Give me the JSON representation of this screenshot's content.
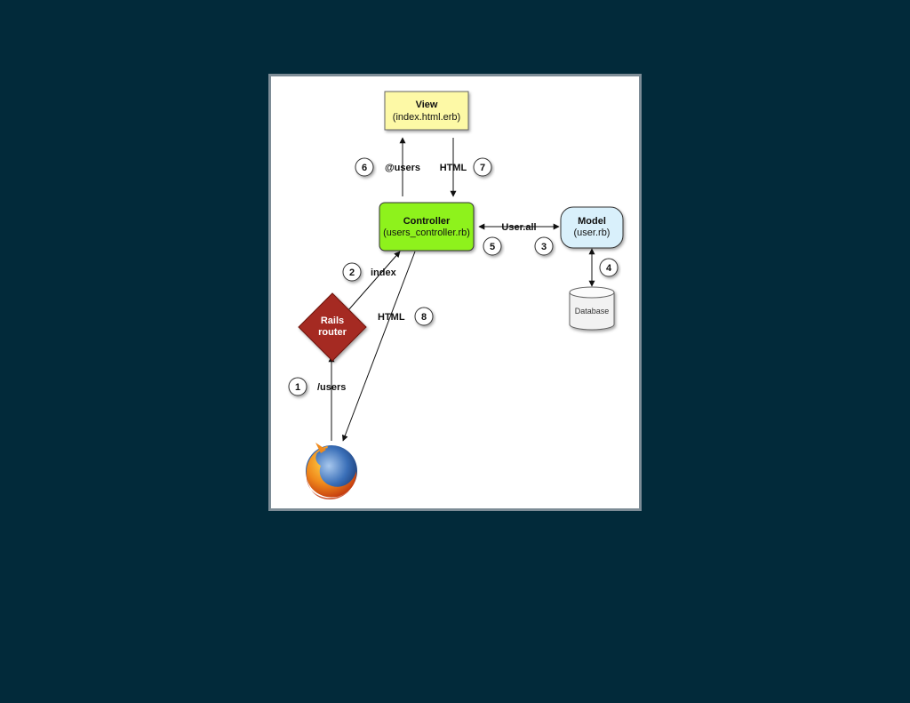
{
  "diagram": {
    "nodes": {
      "view": {
        "title": "View",
        "subtitle": "(index.html.erb)",
        "color": "#fdf9a6"
      },
      "controller": {
        "title": "Controller",
        "subtitle": "(users_controller.rb)",
        "color": "#8ef21e"
      },
      "model": {
        "title": "Model",
        "subtitle": "(user.rb)",
        "color": "#d9f0fb"
      },
      "database": {
        "label": "Database"
      },
      "router": {
        "line1": "Rails",
        "line2": "router",
        "color": "#a52a22"
      },
      "browser": {
        "icon": "firefox-icon"
      }
    },
    "edges": {
      "users_request": "/users",
      "index": "index",
      "user_all": "User.all",
      "users_var": "@users",
      "html_view": "HTML",
      "html_response": "HTML"
    },
    "steps": [
      "1",
      "2",
      "3",
      "4",
      "5",
      "6",
      "7",
      "8"
    ]
  }
}
